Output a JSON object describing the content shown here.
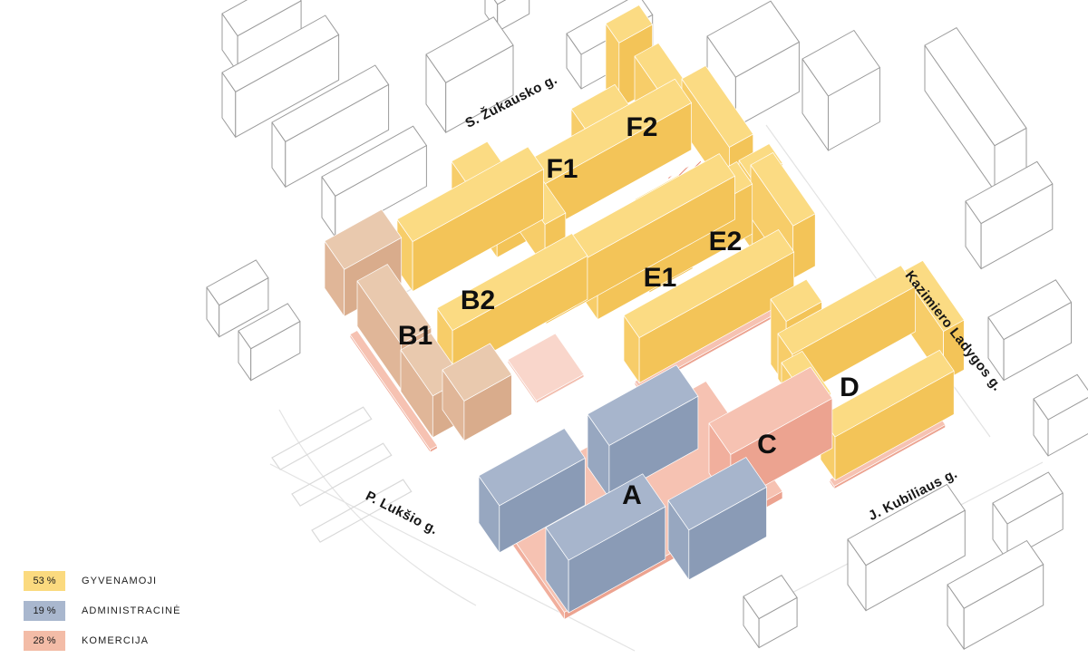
{
  "legend": {
    "items": [
      {
        "percent": "53 %",
        "label": "GYVENAMOJI",
        "color": "#FBDA7F"
      },
      {
        "percent": "19 %",
        "label": "ADMINISTRACINĖ",
        "color": "#A9B7CE"
      },
      {
        "percent": "28 %",
        "label": "KOMERCIJA",
        "color": "#F3BCA7"
      }
    ]
  },
  "streets": [
    {
      "name": "S. Žukausko g."
    },
    {
      "name": "Kazimiero Ladygos g."
    },
    {
      "name": "P. Lukšio g."
    },
    {
      "name": "J. Kubiliaus g."
    }
  ],
  "blocks": [
    {
      "label": "F2"
    },
    {
      "label": "F1"
    },
    {
      "label": "E2"
    },
    {
      "label": "E1"
    },
    {
      "label": "B2"
    },
    {
      "label": "B1"
    },
    {
      "label": "D"
    },
    {
      "label": "C"
    },
    {
      "label": "A"
    }
  ],
  "palette": {
    "residential": {
      "top": "#FBDB83",
      "side": "#F7CD69",
      "side2": "#F3C458"
    },
    "administrative": {
      "top": "#A7B5CC",
      "side": "#97A7C0",
      "side2": "#8A9BB6"
    },
    "commercial": {
      "top": "#F6C2B2",
      "side": "#F1AF9D",
      "side2": "#ECA390"
    },
    "commercial_tan": {
      "top": "#E9C9AE",
      "side": "#E0B698",
      "side2": "#D9AC8C"
    },
    "commercial_light": {
      "top": "#F9D6CB",
      "side": "#F5C7B9",
      "side2": "#F2BEAF"
    },
    "context": {
      "top": "#FFFFFF",
      "side": "#FFFFFF",
      "side2": "#FFFFFF",
      "line": "#9B9B9B"
    },
    "hatch_color": "#E4745E",
    "road_line": "#E3E3E3"
  }
}
